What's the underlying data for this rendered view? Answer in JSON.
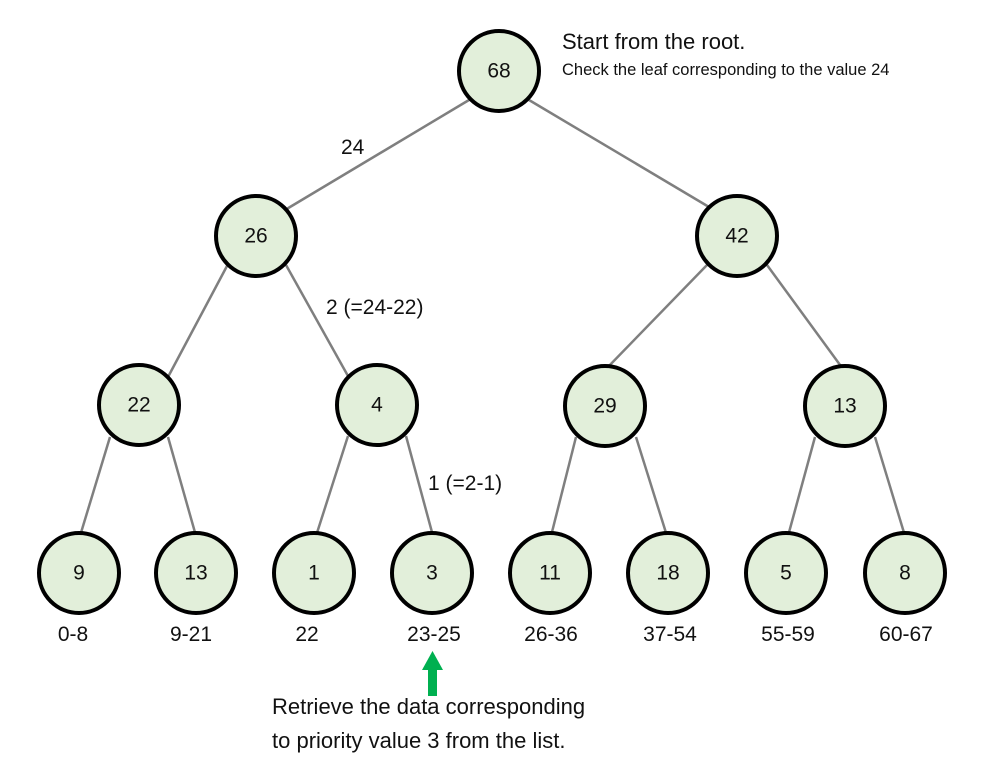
{
  "annotations": {
    "title": "Start from the root.",
    "subtitle": "Check the leaf corresponding to the value 24",
    "edge_labels": [
      "24",
      "2 (=24-22)",
      "1 (=2-1)"
    ],
    "note_line1": "Retrieve the data corresponding",
    "note_line2": "to priority value 3 from the list."
  },
  "tree": {
    "root": "68",
    "level1": [
      "26",
      "42"
    ],
    "level2": [
      "22",
      "4",
      "29",
      "13"
    ],
    "leaves": [
      "9",
      "13",
      "1",
      "3",
      "11",
      "18",
      "5",
      "8"
    ],
    "leaf_ranges": [
      "0-8",
      "9-21",
      "22",
      "23-25",
      "26-36",
      "37-54",
      "55-59",
      "60-67"
    ]
  },
  "colors": {
    "node_fill": "#e2efda",
    "node_stroke": "#000000",
    "edge": "#7f7f7f",
    "arrow": "#00b050"
  }
}
